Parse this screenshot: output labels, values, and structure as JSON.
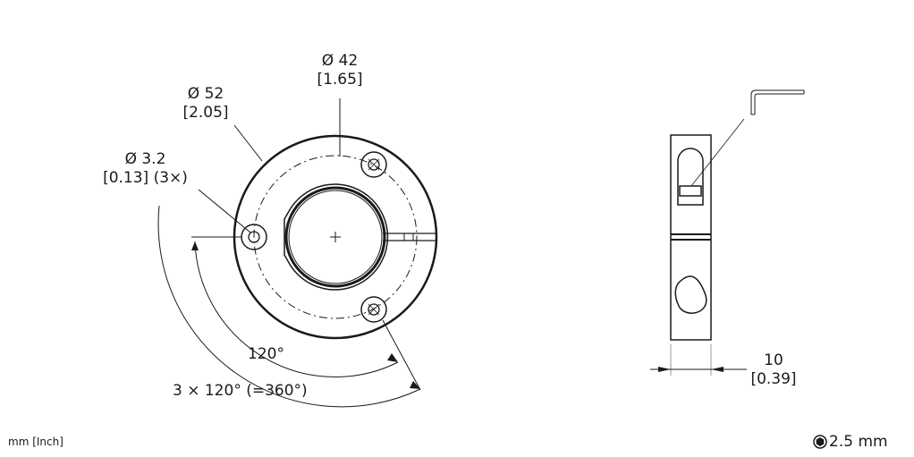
{
  "labels": {
    "d42": "Ø 42",
    "d42_in": "[1.65]",
    "d52": "Ø 52",
    "d52_in": "[2.05]",
    "d32": "Ø 3.2",
    "d32_in": "[0.13] (3×)",
    "angle1": "120°",
    "angle3": "3 × 120° (=360°)",
    "width": "10",
    "width_in": "[0.39]"
  },
  "units": "mm [Inch]",
  "hex_key": "2.5 mm"
}
